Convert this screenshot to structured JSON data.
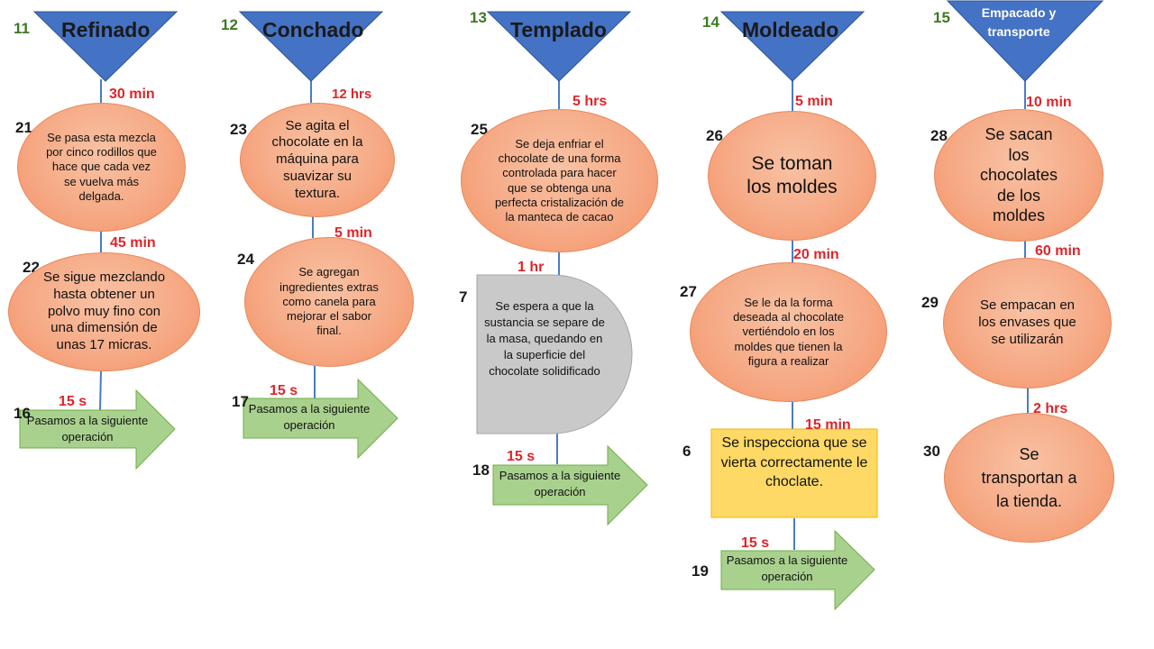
{
  "columns": [
    {
      "number": "11",
      "title": "Refinado",
      "steps": [
        {
          "number": "21",
          "time": "30 min",
          "text": "Se pasa esta mezcla por cinco rodillos que hace que cada vez se vuelva más delgada."
        },
        {
          "number": "22",
          "time": "45 min",
          "text": "Se sigue mezclando hasta obtener un polvo muy fino con una dimensión de unas 17 micras."
        }
      ],
      "transport": {
        "number": "16",
        "time": "15 s",
        "text": "Pasamos a la siguiente operación"
      }
    },
    {
      "number": "12",
      "title": "Conchado",
      "steps": [
        {
          "number": "23",
          "time": "12 hrs",
          "text": "Se agita el chocolate en la máquina para suavizar su textura."
        },
        {
          "number": "24",
          "time": "5 min",
          "text": "Se agregan ingredientes extras como canela para mejorar el sabor final."
        }
      ],
      "transport": {
        "number": "17",
        "time": "15 s",
        "text": "Pasamos a la siguiente operación"
      }
    },
    {
      "number": "13",
      "title": "Templado",
      "steps": [
        {
          "number": "25",
          "time": "5 hrs",
          "text": "Se deja enfriar el chocolate de una forma controlada para hacer que se obtenga una perfecta cristalización de la manteca de cacao"
        }
      ],
      "delay": {
        "number": "7",
        "time": "1 hr",
        "text": "Se espera a que la sustancia se separe de la masa, quedando en la superficie del chocolate solidificado"
      },
      "transport": {
        "number": "18",
        "time": "15 s",
        "text": "Pasamos a la siguiente operación"
      }
    },
    {
      "number": "14",
      "title": "Moldeado",
      "steps": [
        {
          "number": "26",
          "time": "5 min",
          "text": "Se toman los moldes"
        },
        {
          "number": "27",
          "time": "20 min",
          "text": "Se le da la forma deseada al chocolate vertiéndolo en los moldes que tienen la figura a realizar"
        }
      ],
      "inspection": {
        "number": "6",
        "time": "15 min",
        "text": "Se inspecciona que se vierta correctamente le choclate."
      },
      "transport": {
        "number": "19",
        "time": "15 s",
        "text": "Pasamos a la siguiente operación"
      }
    },
    {
      "number": "15",
      "title": "Empacado y transporte",
      "steps": [
        {
          "number": "28",
          "time": "10 min",
          "text": "Se sacan los chocolates de los moldes"
        },
        {
          "number": "29",
          "time": "60 min",
          "text": "Se empacan en los envases que se utilizarán"
        },
        {
          "number": "30",
          "time": "2 hrs",
          "text": "Se transportan a la tienda."
        }
      ]
    }
  ],
  "colors": {
    "storage_triangle": "#4472c4",
    "operation_fill": "#f4a582",
    "operation_border": "#e9875a",
    "transport_fill": "#a9d18e",
    "delay_fill": "#c9c9c9",
    "inspection_fill": "#ffd966",
    "time_text": "#e0242a",
    "connector": "#4a7cc4"
  }
}
